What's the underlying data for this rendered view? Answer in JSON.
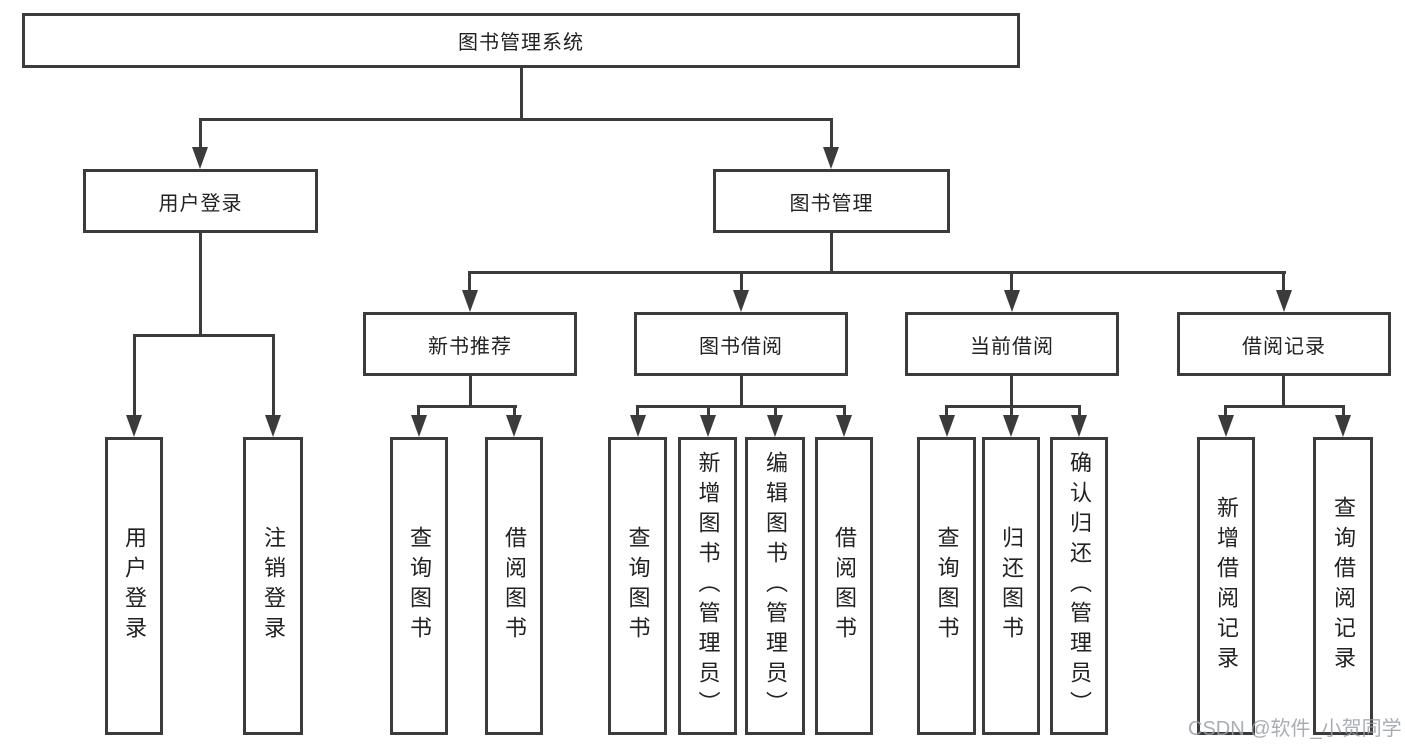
{
  "tree": {
    "root": "图书管理系统",
    "children": [
      {
        "label": "用户登录",
        "children": [
          "用户登录",
          "注销登录"
        ]
      },
      {
        "label": "图书管理",
        "children": [
          {
            "label": "新书推荐",
            "children": [
              "查询图书",
              "借阅图书"
            ]
          },
          {
            "label": "图书借阅",
            "children": [
              "查询图书",
              "新增图书（管理员）",
              "编辑图书（管理员）",
              "借阅图书"
            ]
          },
          {
            "label": "当前借阅",
            "children": [
              "查询图书",
              "归还图书",
              "确认归还（管理员）"
            ]
          },
          {
            "label": "借阅记录",
            "children": [
              "新增借阅记录",
              "查询借阅记录"
            ]
          }
        ]
      }
    ]
  },
  "colors": {
    "line": "#3b3b3b",
    "text": "#222222",
    "background": "#ffffff",
    "watermark": "#9ba0a6"
  },
  "watermark": {
    "text": "CSDN @软件_小贺同学"
  }
}
